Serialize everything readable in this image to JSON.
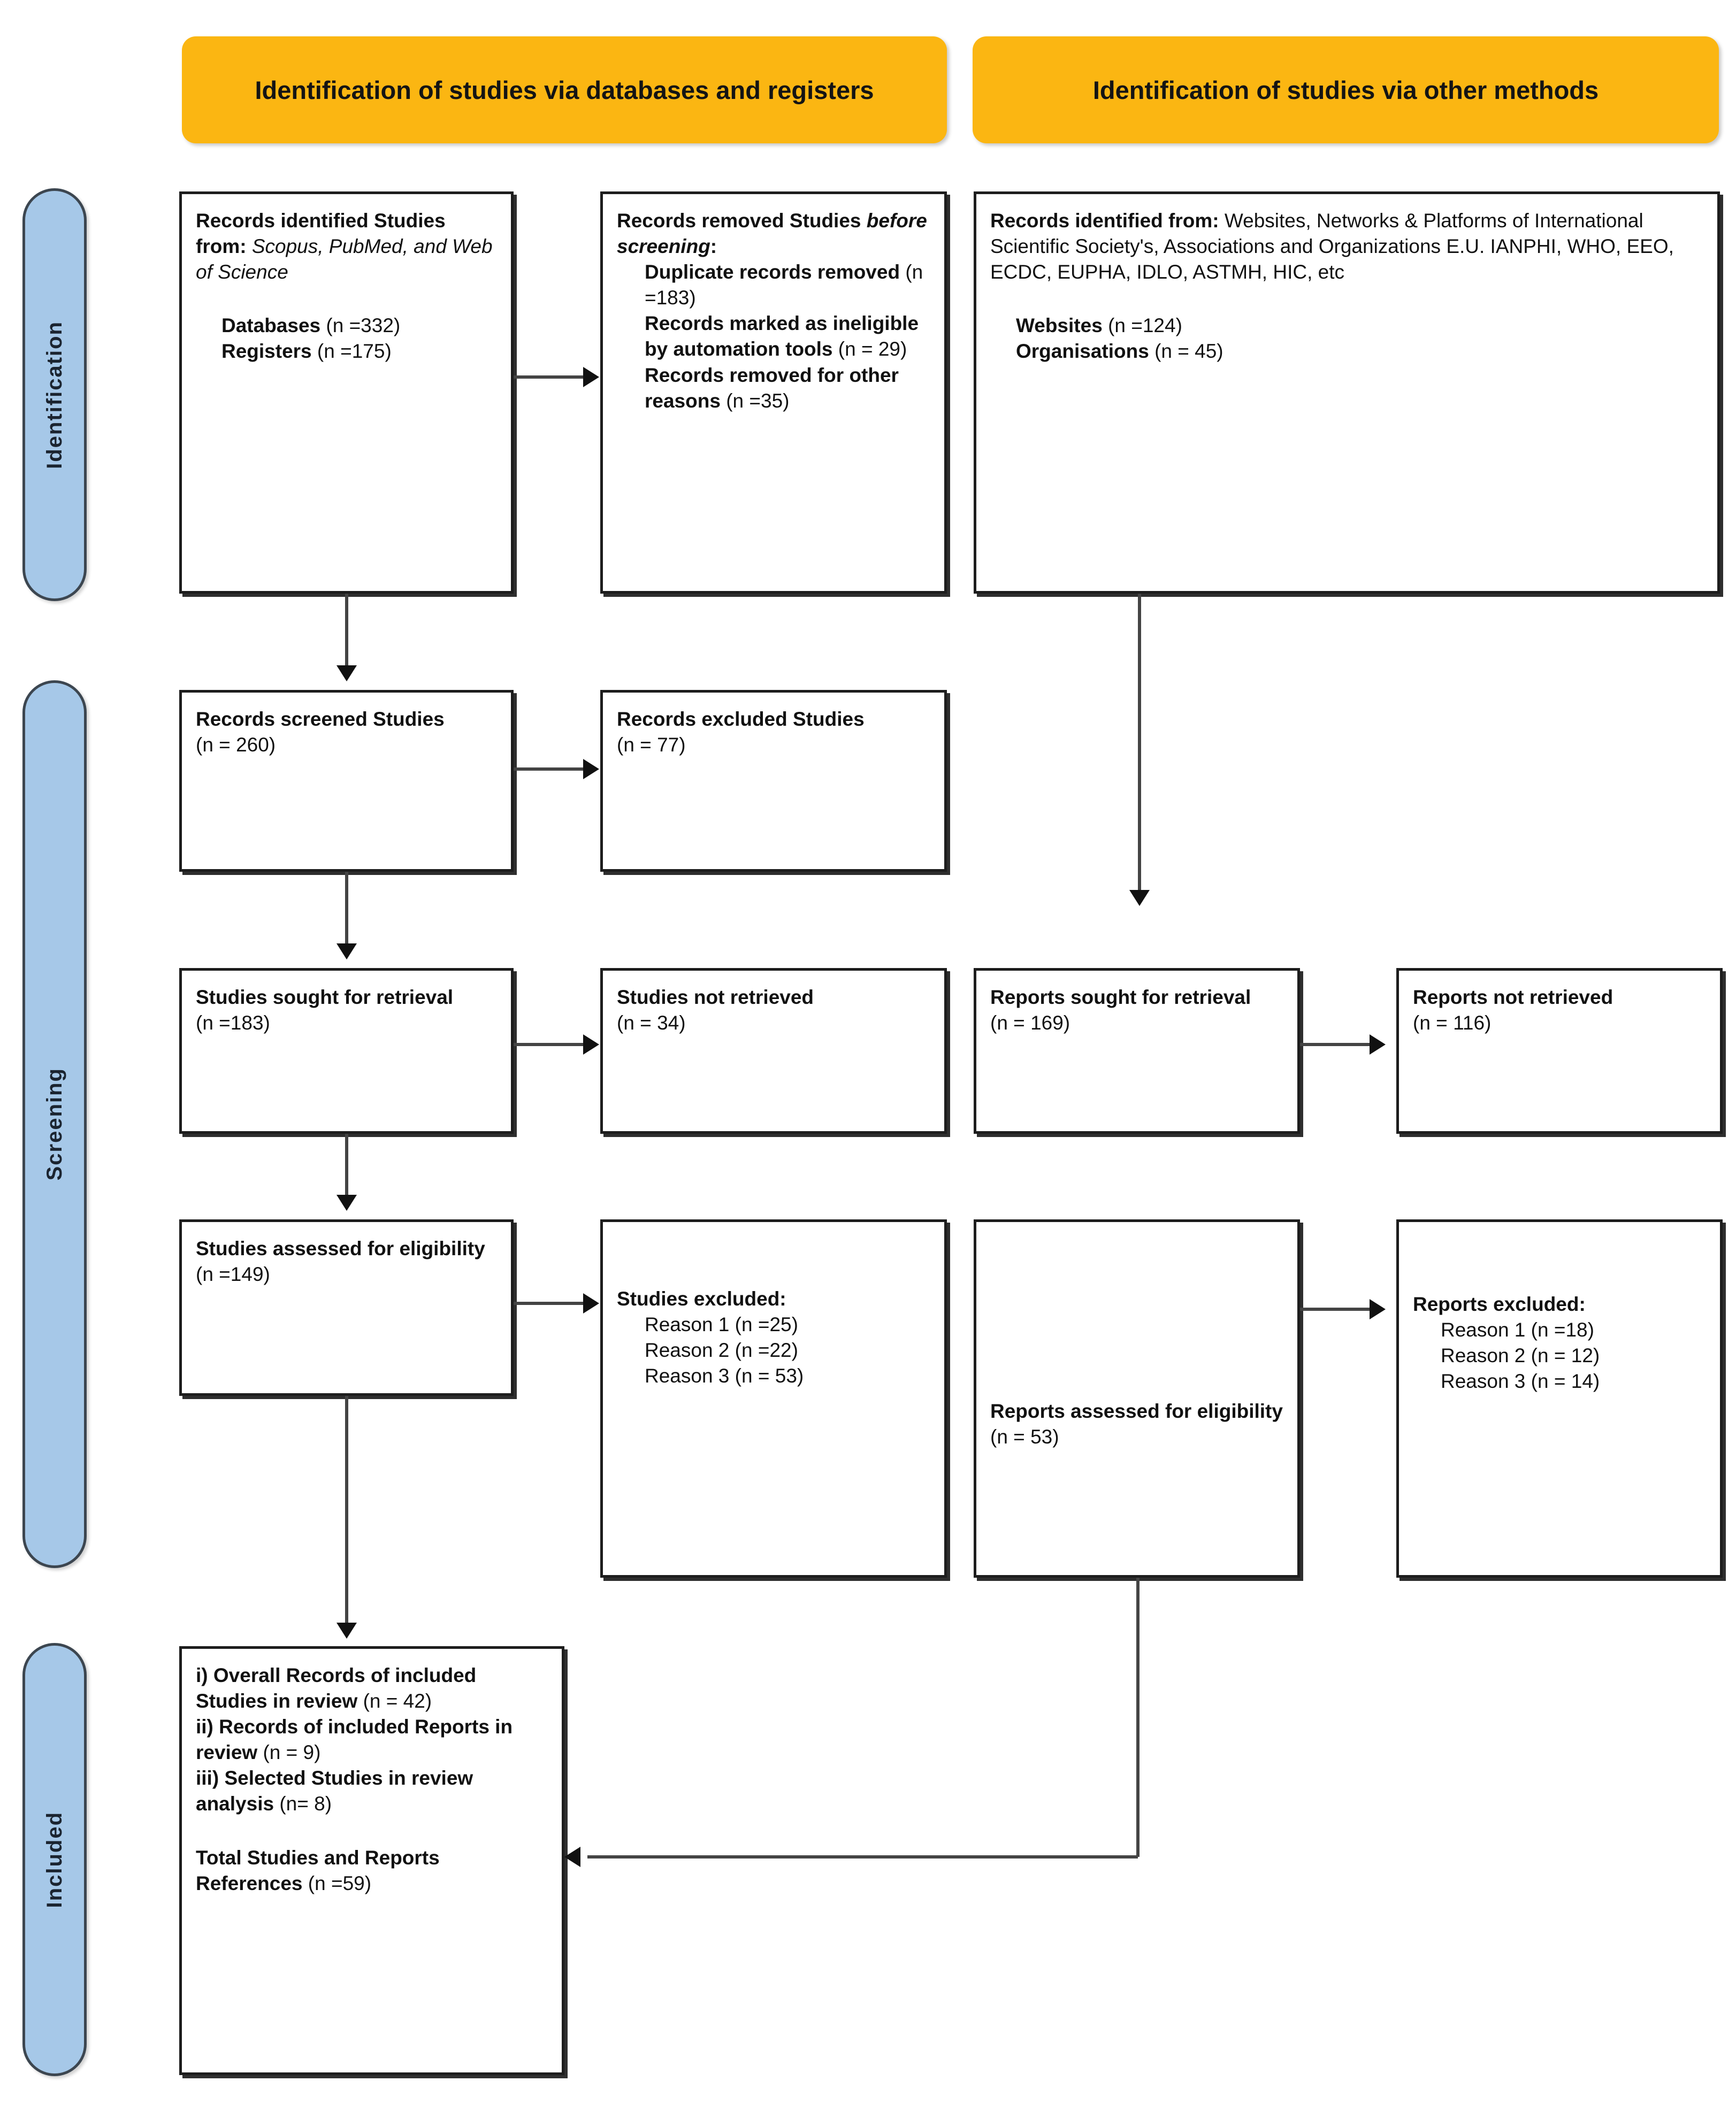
{
  "diagram": {
    "title": "PRISMA 2020 flow diagram",
    "colors": {
      "banner": "#fbb612",
      "phase_band": "#a6c8e8",
      "box_border": "#1d1d1d",
      "connector": "#444444"
    }
  },
  "banners": [
    {
      "id": "databases-registers",
      "label": "Identification of studies via databases and registers"
    },
    {
      "id": "other-methods",
      "label": "Identification of studies via other methods"
    }
  ],
  "phases": [
    {
      "id": "identification",
      "label": "Identification"
    },
    {
      "id": "screening",
      "label": "Screening"
    },
    {
      "id": "included",
      "label": "Included"
    }
  ],
  "nodes": {
    "records_identified": {
      "heading": "Records identified Studies from:",
      "sources_italic": "Scopus, PubMed, and Web of Science",
      "counts": [
        {
          "label": "Databases",
          "value": "(n =332)"
        },
        {
          "label": "Registers",
          "value": "(n =175)"
        }
      ]
    },
    "records_removed": {
      "heading": "Records removed Studies",
      "heading_italic": "before screening",
      "heading_suffix": ":",
      "items": [
        {
          "label": "Duplicate records removed",
          "value": "(n =183)"
        },
        {
          "label": "Records marked as ineligible by automation tools",
          "value": "(n = 29)"
        },
        {
          "label": "Records removed for other reasons",
          "value": "(n =35)"
        }
      ]
    },
    "other_records_identified": {
      "heading": "Records identified from:",
      "body": "Websites, Networks & Platforms of International Scientific Society's, Associations and Organizations E.U. IANPHI, WHO, EEO, ECDC, EUPHA, IDLO, ASTMH, HIC, etc",
      "counts": [
        {
          "label": "Websites",
          "value": "(n =124)"
        },
        {
          "label": "Organisations",
          "value": "(n = 45)"
        }
      ]
    },
    "records_screened": {
      "label": "Records screened Studies",
      "value": "(n = 260)"
    },
    "records_excluded": {
      "label": "Records excluded Studies",
      "value": "(n = 77)"
    },
    "studies_sought": {
      "label": " Studies sought for retrieval",
      "value": "(n =183)"
    },
    "studies_not_retrieved": {
      "label": "Studies not retrieved",
      "value": "(n = 34)"
    },
    "reports_sought": {
      "label": "Reports sought for retrieval",
      "value": "(n = 169)"
    },
    "reports_not_retrieved": {
      "label": "Reports not retrieved",
      "value": "(n = 116)"
    },
    "studies_assessed": {
      "label": "Studies assessed for eligibility",
      "value": "(n =149)"
    },
    "studies_excluded": {
      "heading": "Studies excluded:",
      "reasons": [
        {
          "label": "Reason 1",
          "value": "(n =25)"
        },
        {
          "label": "Reason 2",
          "value": "(n =22)"
        },
        {
          "label": "Reason 3",
          "value": "(n = 53)"
        }
      ]
    },
    "reports_assessed": {
      "label": "Reports assessed for eligibility",
      "value": "(n = 53)"
    },
    "reports_excluded": {
      "heading": "Reports excluded:",
      "reasons": [
        {
          "label": "Reason 1",
          "value": "(n =18)"
        },
        {
          "label": "Reason 2",
          "value": "(n = 12)"
        },
        {
          "label": "Reason 3",
          "value": "(n = 14)"
        }
      ]
    },
    "included_summary": {
      "lines": [
        {
          "label": "i) Overall Records of included Studies in review",
          "value": "(n = 42)"
        },
        {
          "label": "ii) Records of included Reports in review",
          "value": "(n = 9)"
        },
        {
          "label": "iii) Selected Studies in review analysis",
          "value": "(n= 8)"
        }
      ],
      "total_label": "Total Studies and Reports References",
      "total_value": "(n =59)"
    }
  }
}
